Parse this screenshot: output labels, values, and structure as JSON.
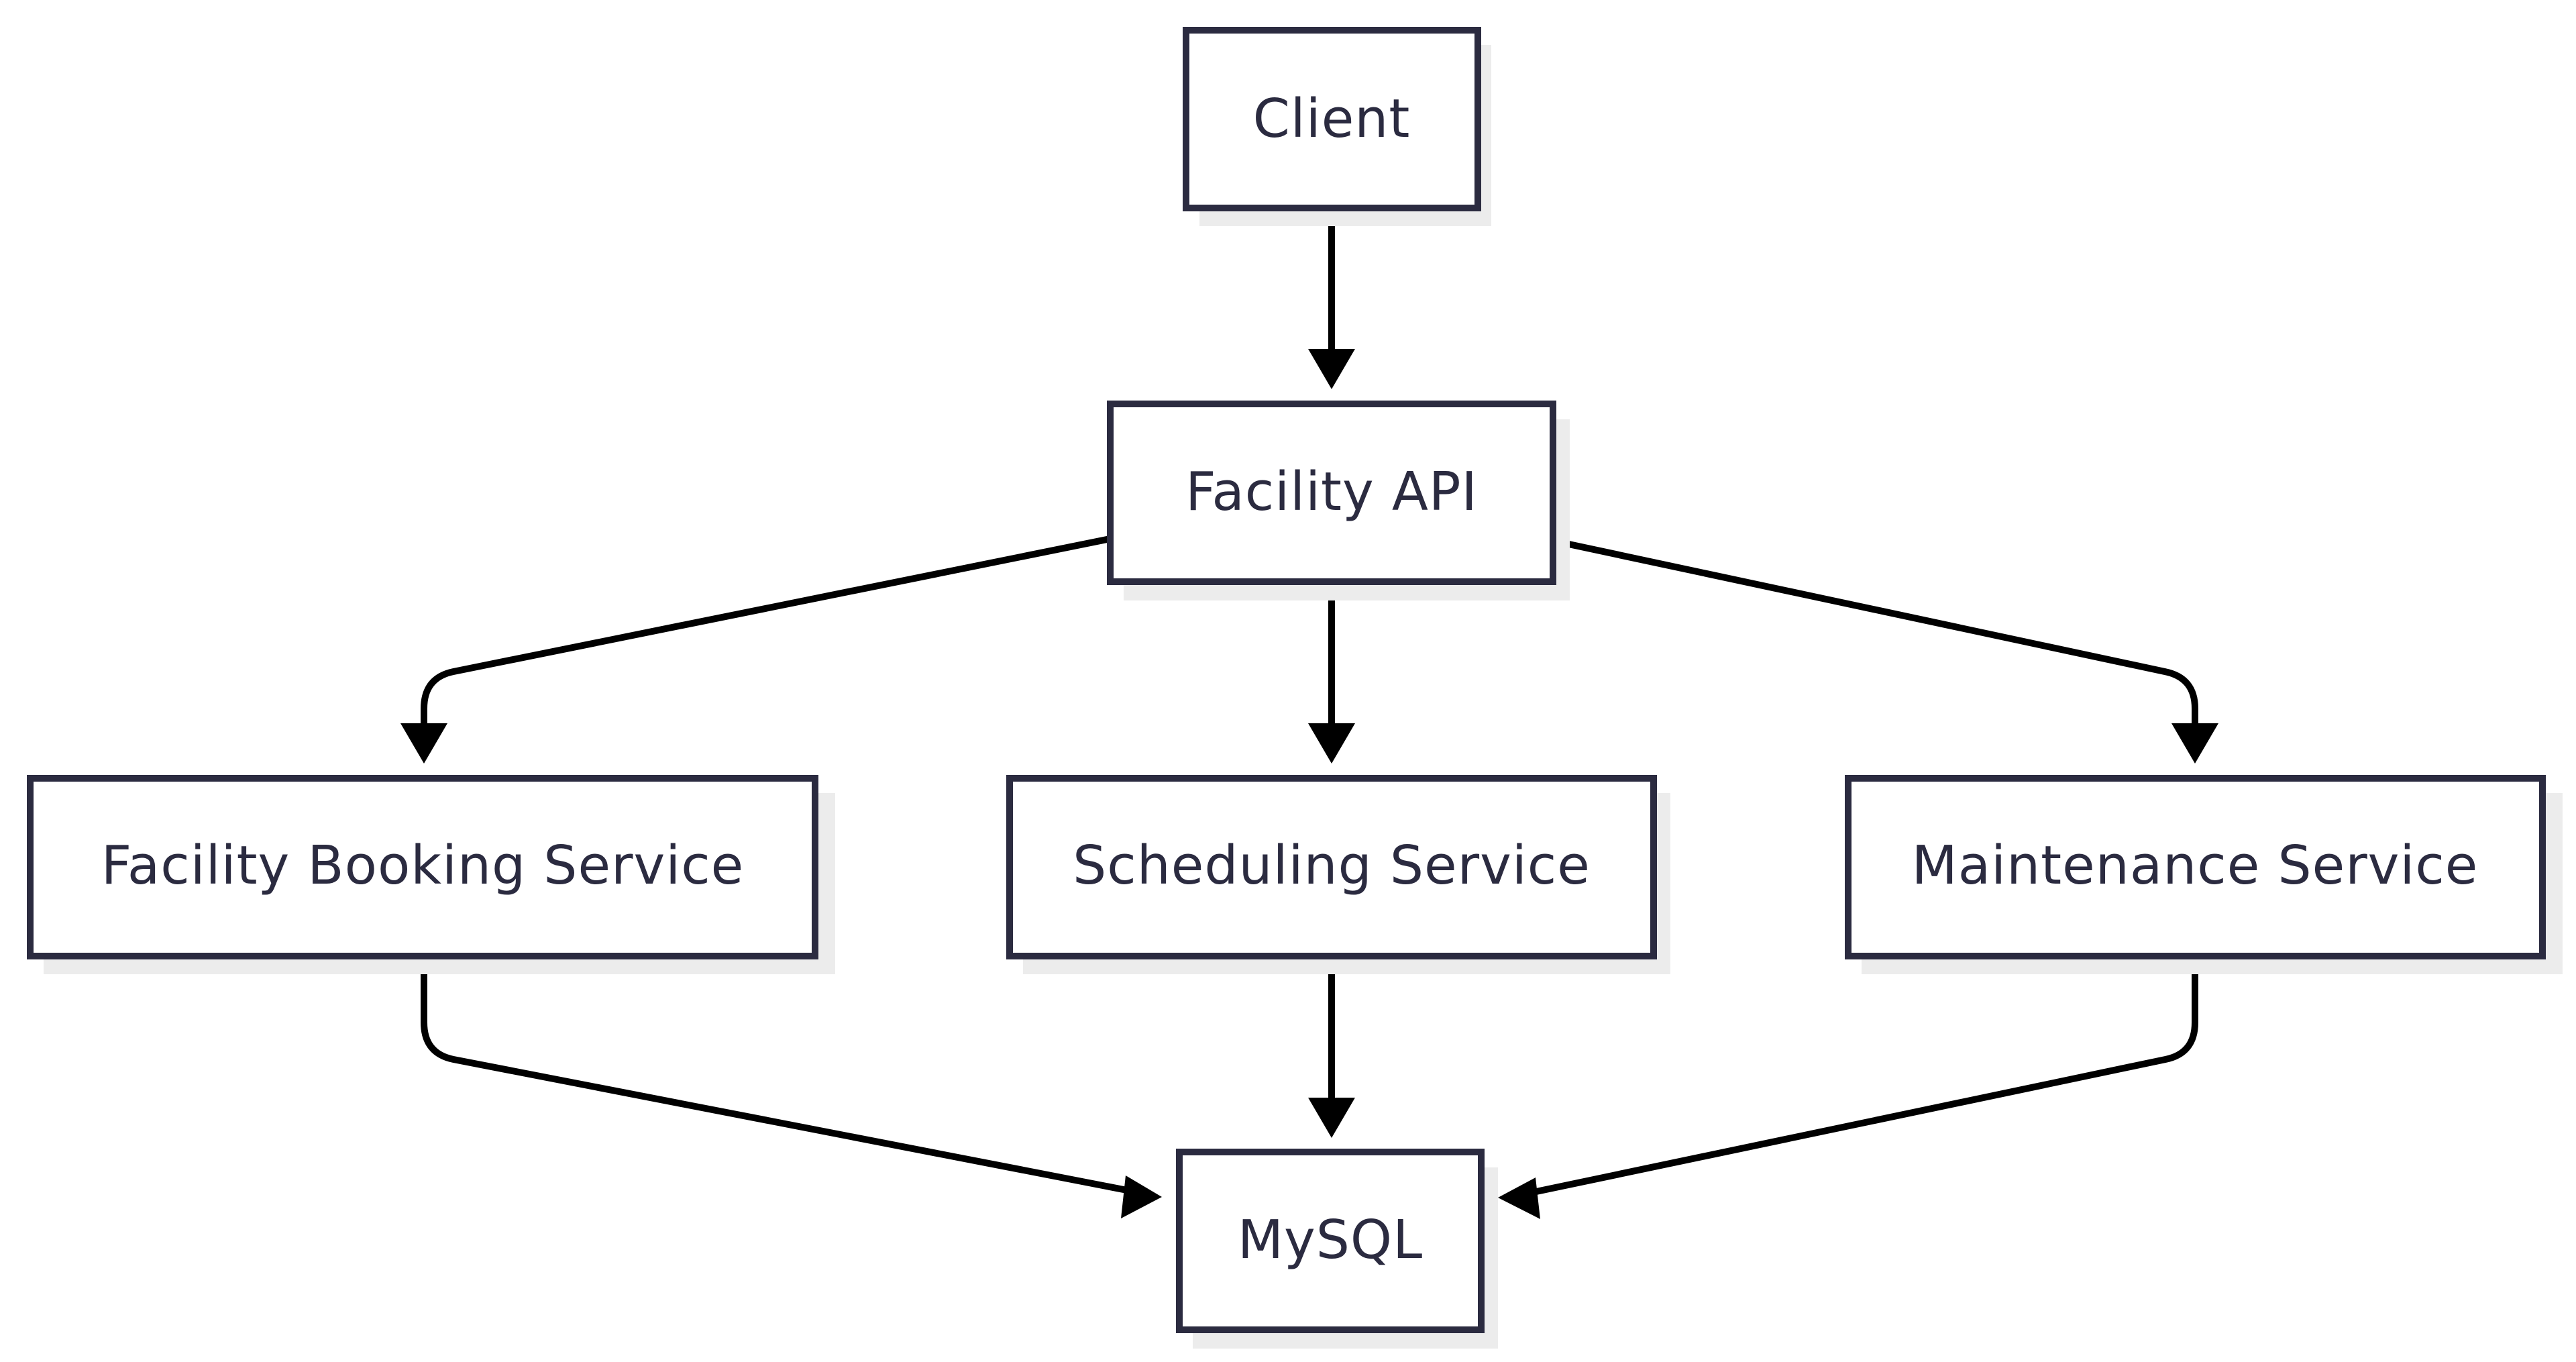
{
  "diagram": {
    "type": "flowchart",
    "colors": {
      "node_border": "#2b2b40",
      "node_fill": "#ffffff",
      "shadow": "#ececec",
      "edge": "#000000",
      "text": "#2b2b40"
    },
    "nodes": [
      {
        "id": "client",
        "label": "Client"
      },
      {
        "id": "api",
        "label": "Facility API"
      },
      {
        "id": "booking",
        "label": "Facility Booking Service"
      },
      {
        "id": "scheduling",
        "label": "Scheduling Service"
      },
      {
        "id": "maintenance",
        "label": "Maintenance Service"
      },
      {
        "id": "mysql",
        "label": "MySQL"
      }
    ],
    "edges": [
      {
        "from": "client",
        "to": "api"
      },
      {
        "from": "api",
        "to": "booking"
      },
      {
        "from": "api",
        "to": "scheduling"
      },
      {
        "from": "api",
        "to": "maintenance"
      },
      {
        "from": "booking",
        "to": "mysql"
      },
      {
        "from": "scheduling",
        "to": "mysql"
      },
      {
        "from": "maintenance",
        "to": "mysql"
      }
    ]
  }
}
